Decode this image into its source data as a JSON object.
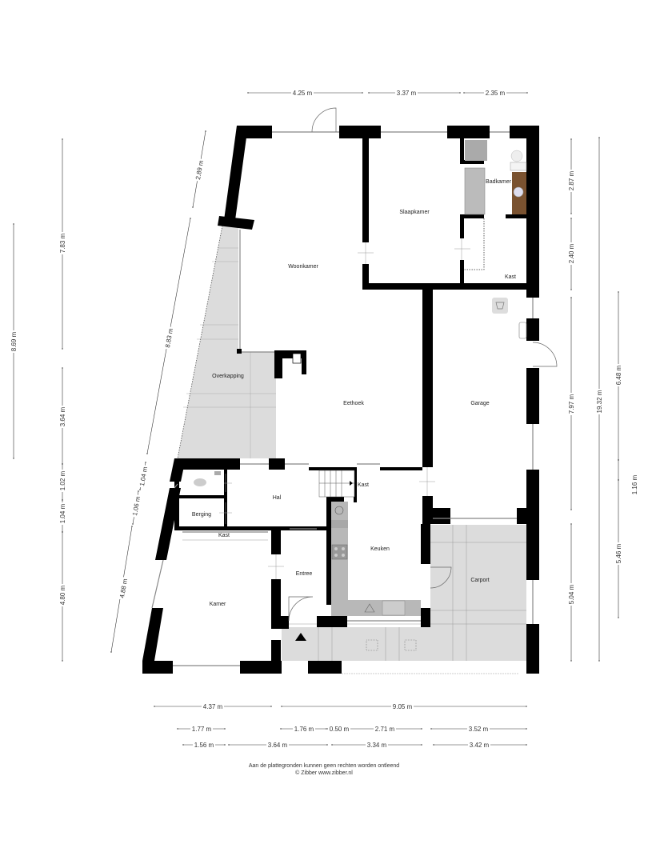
{
  "rooms": {
    "woonkamer": "Woonkamer",
    "slaapkamer": "Slaapkamer",
    "badkamer": "Badkamer",
    "kast_bad": "Kast",
    "overkapping": "Overkapping",
    "eethoek": "Eethoek",
    "garage": "Garage",
    "hal": "Hal",
    "kast_hal": "Kast",
    "berging": "Berging",
    "kast_kamer": "Kast",
    "kamer": "Kamer",
    "entree": "Entree",
    "keuken": "Keuken",
    "carport": "Carport"
  },
  "dimensions": {
    "top": [
      "4.25 m",
      "3.37 m",
      "2.35 m"
    ],
    "left_outer": [
      "8.69 m"
    ],
    "left_inner": [
      "7.83 m",
      "3.64 m",
      "1.02 m",
      "1.04 m",
      "4.80 m"
    ],
    "left_diagonal": [
      "2.89 m",
      "8.83 m",
      "1.04 m",
      "1.06 m",
      "4.88 m"
    ],
    "right_inner": [
      "2.87 m",
      "2.40 m",
      "7.97 m",
      "5.04 m"
    ],
    "right_total": [
      "19.32 m"
    ],
    "right_outer": [
      "6.48 m",
      "1.16 m",
      "5.46 m"
    ],
    "bottom_row1": [
      "4.37 m",
      "9.05 m"
    ],
    "bottom_row2": [
      "1.77 m",
      "1.76 m",
      "0.50 m",
      "2.71 m",
      "3.52 m"
    ],
    "bottom_row3": [
      "1.56 m",
      "3.64 m",
      "3.34 m",
      "3.42 m"
    ]
  },
  "footer": {
    "disclaimer": "Aan de plattegronden kunnen geen rechten worden ontleend",
    "copyright": "© Zibber www.zibber.nl"
  },
  "colors": {
    "wall": "#000000",
    "outdoor_fill": "#d9d9d9",
    "kitchen_counter": "#b8b8b8",
    "vanity_wood": "#7a5230",
    "dimension_line": "#333333"
  }
}
